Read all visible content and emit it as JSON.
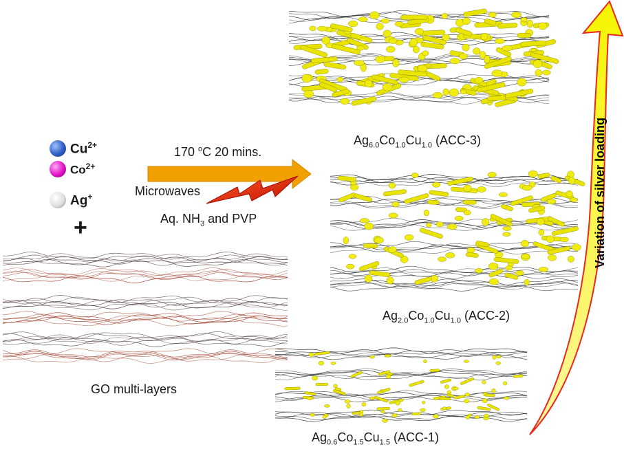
{
  "ions": [
    {
      "symbol": "Cu",
      "charge": "2+",
      "color": "#2f5fc4"
    },
    {
      "symbol": "Co",
      "charge": "2+",
      "color": "#e012c8"
    },
    {
      "symbol": "Ag",
      "charge": "+",
      "color": "#e8e8e8"
    }
  ],
  "plus_sign": "+",
  "reaction": {
    "temperature": "170 ",
    "temp_unit_sup": "o",
    "temp_unit": "C 20 mins.",
    "microwaves": "Microwaves",
    "reagent_pre": "Aq. NH",
    "reagent_sub": "3",
    "reagent_post": " and PVP"
  },
  "start_material": {
    "label": "GO multi-layers",
    "color": "#b0503a"
  },
  "products": [
    {
      "id": "ACC-3",
      "ag": "6.0",
      "co": "1.0",
      "cu": "1.0",
      "tag": "(ACC-3)"
    },
    {
      "id": "ACC-2",
      "ag": "2.0",
      "co": "1.0",
      "cu": "1.0",
      "tag": "(ACC-2)"
    },
    {
      "id": "ACC-1",
      "ag": "0.6",
      "co": "1.5",
      "cu": "1.5",
      "tag": "(ACC-1)"
    }
  ],
  "elements": {
    "ag": "Ag",
    "co": "Co",
    "cu": "Cu"
  },
  "variation_label": "Variation of silver loading",
  "colors": {
    "arrow_fill": "#f5f500",
    "arrow_edge": "#e8281e",
    "particle": "#e8e400",
    "graphene": "#2a2f30",
    "reaction_arrow": "#f2a000",
    "lightning": "#e02010"
  }
}
